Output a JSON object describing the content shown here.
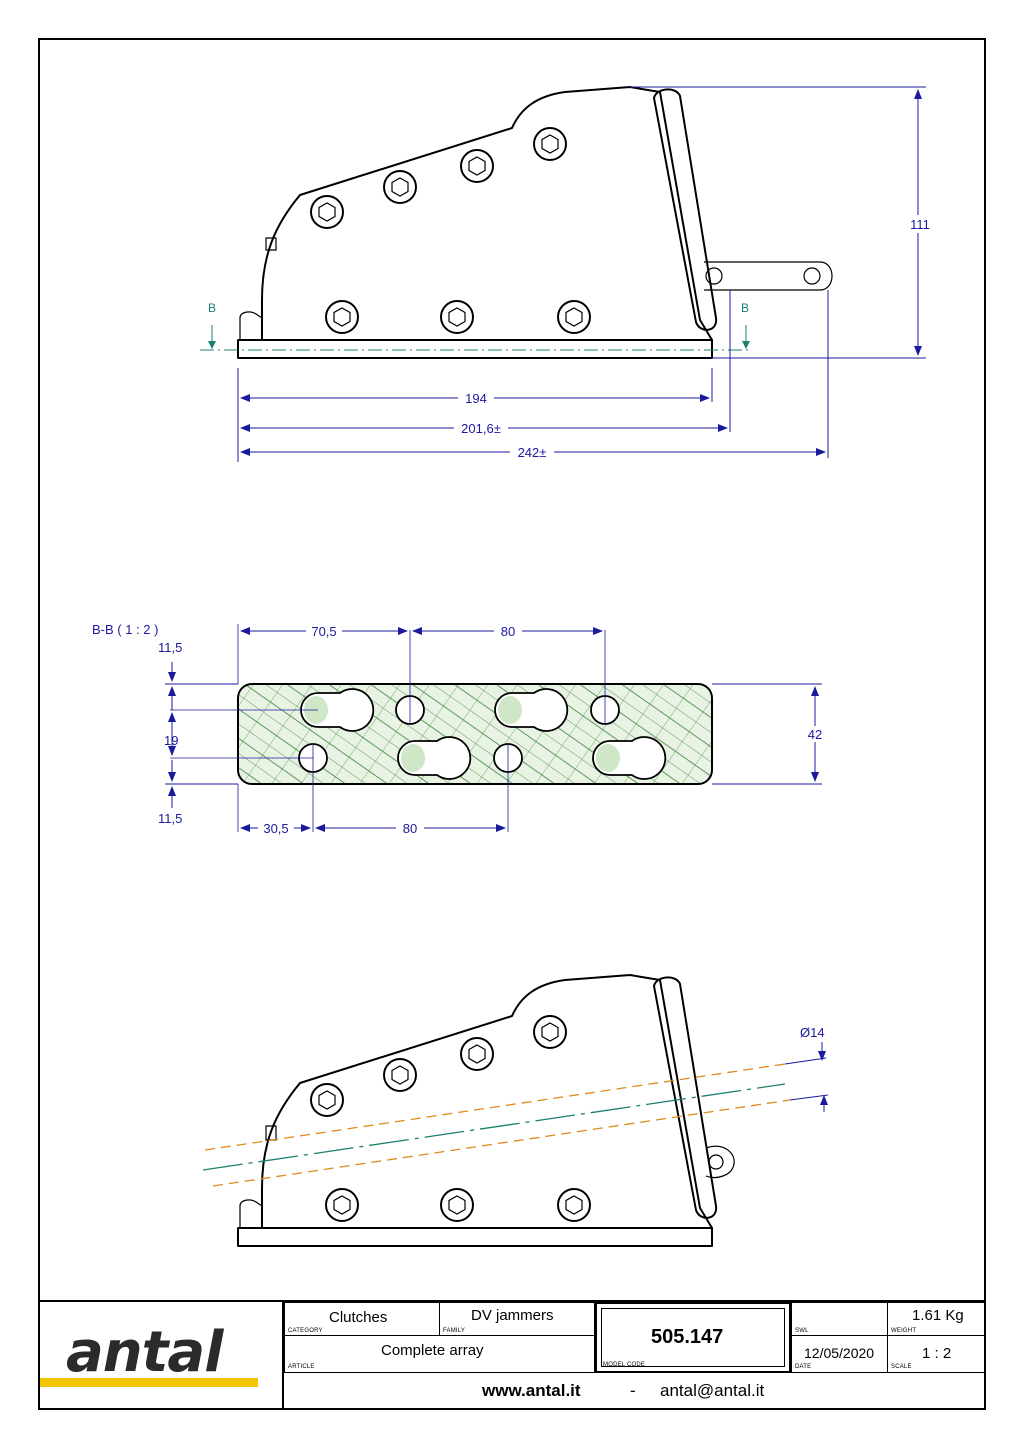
{
  "drawing": {
    "side_view": {
      "section_mark": "B",
      "dims": {
        "height": "111",
        "len_base": "194",
        "len_mid": "201,6±",
        "len_total": "242±"
      }
    },
    "section_view": {
      "title": "B-B ( 1 : 2 )",
      "dims": {
        "top_margin": "11,5",
        "mid_spacing": "19",
        "bottom_margin": "11,5",
        "first_offset": "70,5",
        "top_pitch": "80",
        "height": "42",
        "lower_offset": "30,5",
        "lower_pitch": "80"
      }
    },
    "lower_view": {
      "dims": {
        "diameter": "Ø14"
      }
    }
  },
  "title_block": {
    "logo": "antal",
    "category": {
      "value": "Clutches",
      "label": "CATEGORY"
    },
    "family": {
      "value": "DV jammers",
      "label": "FAMILY"
    },
    "article": {
      "value": "Complete array",
      "label": "ARTICLE"
    },
    "model_code": {
      "value": "505.147",
      "label": "MODEL CODE"
    },
    "swl": {
      "value": "",
      "label": "SWL"
    },
    "weight": {
      "value": "1.61 Kg",
      "label": "WEIGHT"
    },
    "date": {
      "value": "12/05/2020",
      "label": "DATE"
    },
    "scale": {
      "value": "1 : 2",
      "label": "SCALE"
    },
    "website": "www.antal.it",
    "separator": "-",
    "email": "antal@antal.it"
  },
  "colors": {
    "dimension": "#1a1a9e",
    "section_mark": "#1a8070",
    "rope_guide": "#e08a1e",
    "accent_bar": "#f2c500"
  }
}
